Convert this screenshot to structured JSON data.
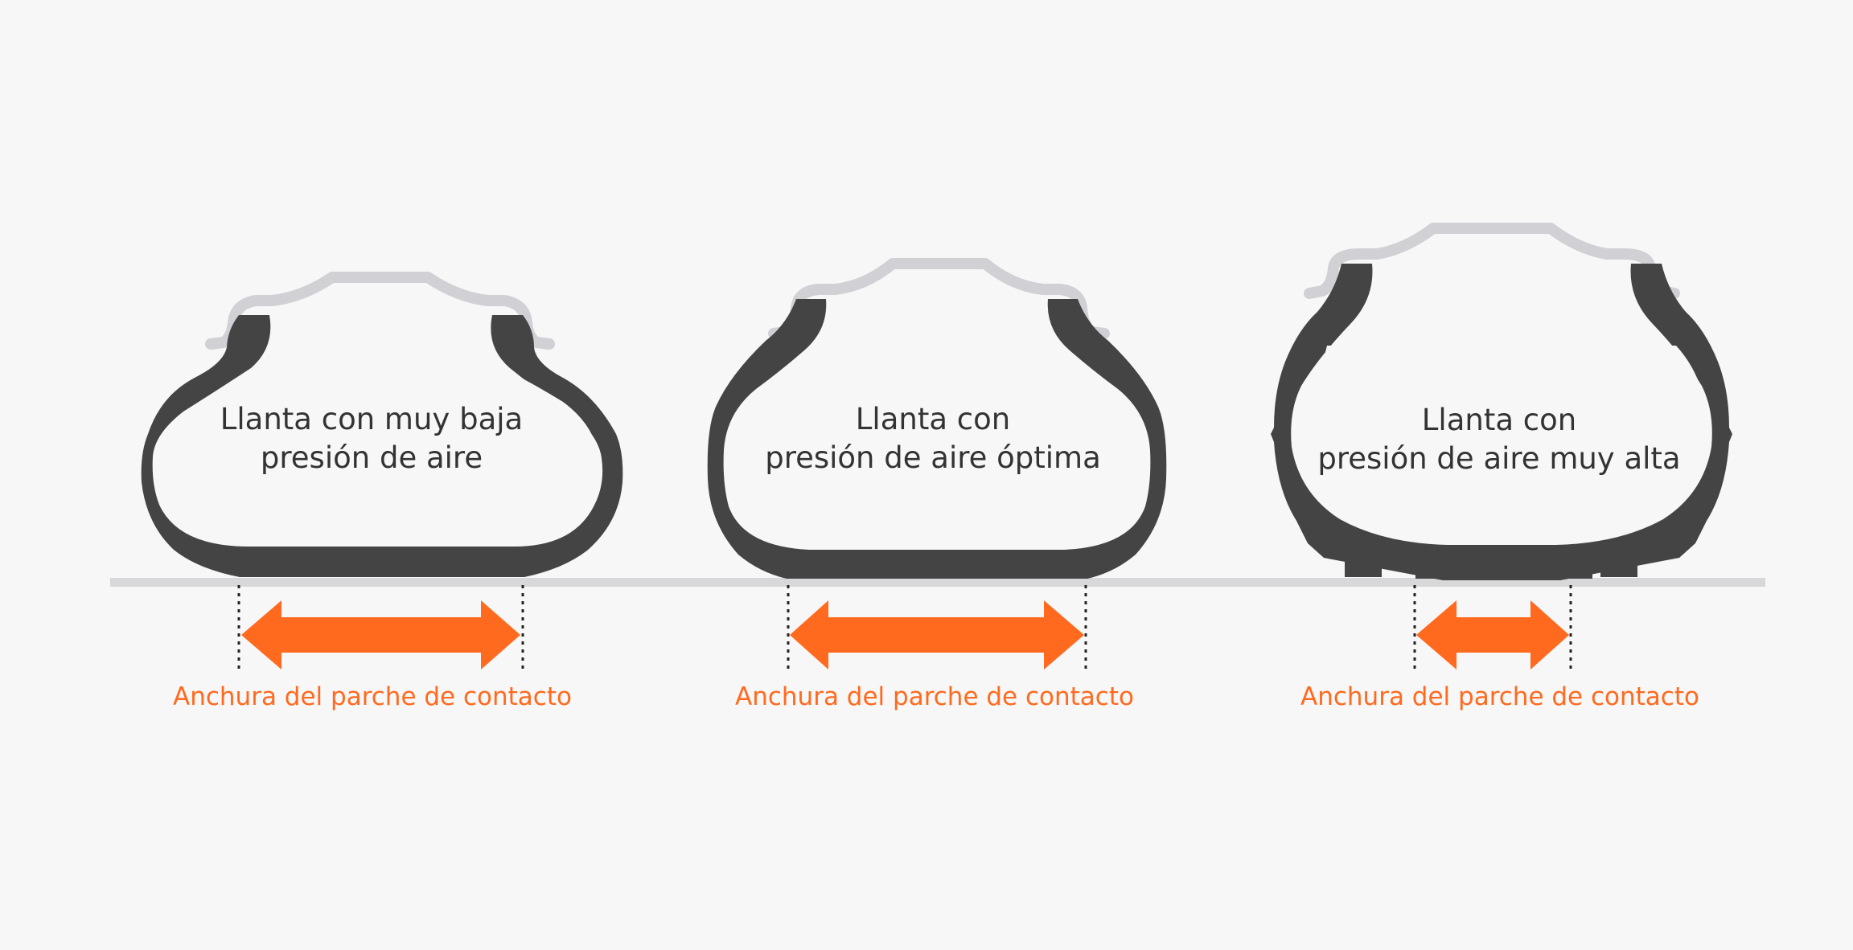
{
  "colors": {
    "background": "#f7f7f7",
    "tire": "#444444",
    "rim": "#d0d0d5",
    "ground": "#d8d8da",
    "accent": "#ff6a1f",
    "text": "#333333"
  },
  "tires": [
    {
      "id": "low",
      "title_line1": "Llanta con muy baja",
      "title_line2": "presión de aire",
      "contact_label": "Anchura del parche de contacto",
      "arrow_icon": "double-arrow-icon"
    },
    {
      "id": "optimal",
      "title_line1": "Llanta con",
      "title_line2": "presión de aire óptima",
      "contact_label": "Anchura del parche de contacto",
      "arrow_icon": "double-arrow-icon"
    },
    {
      "id": "high",
      "title_line1": "Llanta con",
      "title_line2": "presión de aire muy alta",
      "contact_label": "Anchura del parche de contacto",
      "arrow_icon": "double-arrow-icon"
    }
  ]
}
